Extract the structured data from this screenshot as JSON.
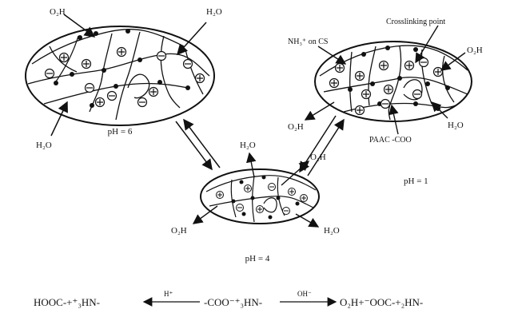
{
  "labels": {
    "water_1": "O₂H",
    "water_2": "H₂O",
    "water_3": "H₂O",
    "water_4": "O₂H",
    "water_5": "O₂H",
    "water_6": "H₂O",
    "water_7": "H₂O",
    "water_8": "O₂H",
    "water_9": "O₂H",
    "water_10": "H₂O",
    "crosslinking_point": "Crosslinking point",
    "nh3_on_cs": "NH₃⁺ on CS",
    "paac_coo": "PAAC -COO",
    "ph_left": "pH = 6",
    "ph_right": "pH = 1",
    "ph_bottom": "pH = 4"
  },
  "equation": {
    "left": "HOOC-+⁺₃HN-",
    "arrow_left_label": "H⁺",
    "middle": "-COO⁻⁺₃HN-",
    "arrow_right_label": "OH⁻",
    "right": "O₂H+⁻OOC-+₂HN-"
  }
}
